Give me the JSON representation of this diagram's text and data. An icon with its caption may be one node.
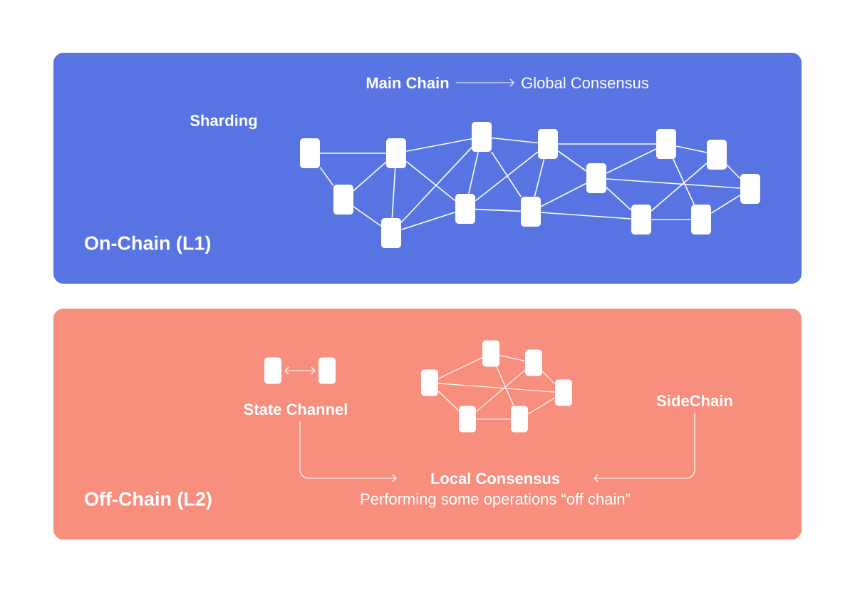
{
  "diagram": {
    "nodes": [
      {
        "text": [
          "On-Chain (L1)"
        ]
      },
      {
        "text": [
          "Main Chain"
        ],
        "in": 0
      },
      {
        "text": [
          "Global Consensus"
        ],
        "in": 0
      },
      {
        "text": [],
        "shape": "box",
        "in": 0
      },
      {
        "text": [],
        "shape": "box",
        "in": 0
      },
      {
        "text": [],
        "shape": "box",
        "in": 0
      },
      {
        "text": [],
        "shape": "box",
        "in": 0
      },
      {
        "text": [],
        "shape": "box",
        "in": 0
      },
      {
        "text": [],
        "shape": "box",
        "in": 0
      },
      {
        "text": [],
        "shape": "box",
        "in": 0
      },
      {
        "text": [],
        "shape": "box",
        "in": 0
      },
      {
        "text": [],
        "shape": "box",
        "in": 0
      },
      {
        "text": [],
        "shape": "box",
        "in": 0
      },
      {
        "text": [],
        "shape": "box",
        "in": 0
      },
      {
        "text": [],
        "shape": "box",
        "in": 0
      },
      {
        "text": [],
        "shape": "box",
        "in": 0
      },
      {
        "text": [],
        "shape": "box",
        "in": 0
      },
      {
        "text": [
          "Off-Chain (L2)"
        ]
      },
      {
        "text": [],
        "shape": "box",
        "in": 17
      },
      {
        "text": [],
        "shape": "box",
        "in": 17
      },
      {
        "text": [
          "State Channel"
        ],
        "in": 17
      },
      {
        "text": [],
        "shape": "box",
        "in": 17
      },
      {
        "text": [],
        "shape": "box",
        "in": 17
      },
      {
        "text": [],
        "shape": "box",
        "in": 17
      },
      {
        "text": [],
        "shape": "box",
        "in": 17
      },
      {
        "text": [],
        "shape": "box",
        "in": 17
      },
      {
        "text": [],
        "shape": "box",
        "in": 17
      },
      {
        "text": [
          "SideChain"
        ],
        "in": 17
      },
      {
        "text": [
          "Local Consensus"
        ],
        "in": 17
      }
    ],
    "edges": [
      {
        "from": 1,
        "to": 2,
        "arrow": "to"
      },
      {
        "from": 3,
        "to": 6,
        "arrow": "none"
      },
      {
        "from": 3,
        "to": 4,
        "arrow": "none"
      },
      {
        "from": 4,
        "to": 6,
        "arrow": "none"
      },
      {
        "from": 4,
        "to": 5,
        "arrow": "none"
      },
      {
        "from": 6,
        "to": 5,
        "arrow": "none"
      },
      {
        "from": 6,
        "to": 8,
        "arrow": "none"
      },
      {
        "from": 6,
        "to": 7,
        "arrow": "none"
      },
      {
        "from": 5,
        "to": 8,
        "arrow": "none"
      },
      {
        "from": 5,
        "to": 7,
        "arrow": "none"
      },
      {
        "from": 8,
        "to": 10,
        "arrow": "none"
      },
      {
        "from": 8,
        "to": 7,
        "arrow": "none"
      },
      {
        "from": 8,
        "to": 9,
        "arrow": "none"
      },
      {
        "from": 10,
        "to": 7,
        "arrow": "none"
      },
      {
        "from": 10,
        "to": 9,
        "arrow": "none"
      },
      {
        "from": 7,
        "to": 9,
        "arrow": "none"
      },
      {
        "from": 9,
        "to": 11,
        "arrow": "none"
      },
      {
        "from": 9,
        "to": 12,
        "arrow": "none"
      },
      {
        "from": 10,
        "to": 13,
        "arrow": "none"
      },
      {
        "from": 10,
        "to": 11,
        "arrow": "none"
      },
      {
        "from": 11,
        "to": 13,
        "arrow": "none"
      },
      {
        "from": 11,
        "to": 16,
        "arrow": "none"
      },
      {
        "from": 11,
        "to": 12,
        "arrow": "none"
      },
      {
        "from": 13,
        "to": 15,
        "arrow": "none"
      },
      {
        "from": 13,
        "to": 14,
        "arrow": "none"
      },
      {
        "from": 15,
        "to": 12,
        "arrow": "none"
      },
      {
        "from": 15,
        "to": 16,
        "arrow": "none"
      },
      {
        "from": 12,
        "to": 14,
        "arrow": "none"
      },
      {
        "from": 14,
        "to": 16,
        "arrow": "none"
      },
      {
        "from": 18,
        "to": 19,
        "arrow": "both"
      },
      {
        "from": 21,
        "to": 23,
        "arrow": "none"
      },
      {
        "from": 21,
        "to": 26,
        "arrow": "none"
      },
      {
        "from": 21,
        "to": 22,
        "arrow": "none"
      },
      {
        "from": 23,
        "to": 25,
        "arrow": "none"
      },
      {
        "from": 23,
        "to": 24,
        "arrow": "none"
      },
      {
        "from": 25,
        "to": 26,
        "arrow": "none"
      },
      {
        "from": 25,
        "to": 22,
        "arrow": "none"
      },
      {
        "from": 26,
        "to": 24,
        "arrow": "none"
      },
      {
        "from": 22,
        "to": 24,
        "arrow": "none"
      },
      {
        "from": 20,
        "to": 28,
        "arrow": "to"
      },
      {
        "from": 27,
        "to": 28,
        "arrow": "to"
      }
    ],
    "labels": [
      "Sharding",
      "Performing some operations “off chain”"
    ]
  }
}
